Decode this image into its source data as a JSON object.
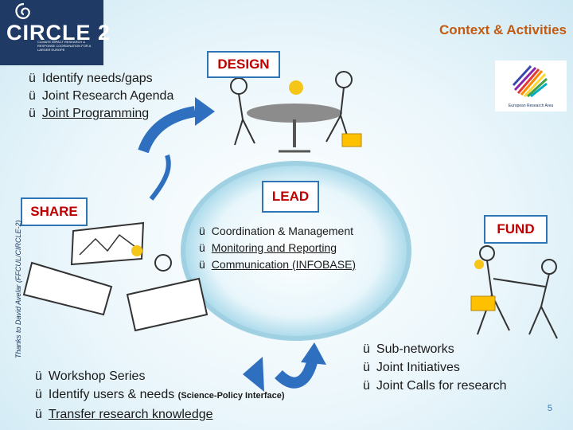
{
  "logo": {
    "brand": "CIRCLE 2",
    "subtitle": "CLIMATE IMPACT RESEARCH & RESPONSE COORDINATION FOR A LARGER EUROPE",
    "icon": "swirl-logo"
  },
  "header": {
    "title": "Context & Activities"
  },
  "era_logo": {
    "label": "European Research Area",
    "icon": "era-colorful-logo"
  },
  "design": {
    "label": "DESIGN",
    "items": [
      "Identify needs/gaps",
      "Joint Research Agenda",
      "Joint Programming"
    ]
  },
  "lead": {
    "label": "LEAD",
    "items": [
      "Coordination & Management",
      "Monitoring and Reporting",
      "Communication (INFOBASE)"
    ]
  },
  "share": {
    "label": "SHARE",
    "items": [
      "Workshop Series",
      "Identify users & needs",
      "Transfer research knowledge"
    ],
    "note": "(Science-Policy Interface)"
  },
  "fund": {
    "label": "FUND",
    "items": [
      "Sub-networks",
      "Joint Initiatives",
      "Joint Calls for research"
    ]
  },
  "check_glyph": "ü",
  "side_note": "Thanks to David Avelar (FFCUL/CIRCLE-2)",
  "page_number": "5",
  "colors": {
    "title": "#c55a11",
    "label_text": "#c00000",
    "label_border": "#2e75b6",
    "arrow": "#2e6fbf",
    "brand_bg": "#1f3a64"
  }
}
